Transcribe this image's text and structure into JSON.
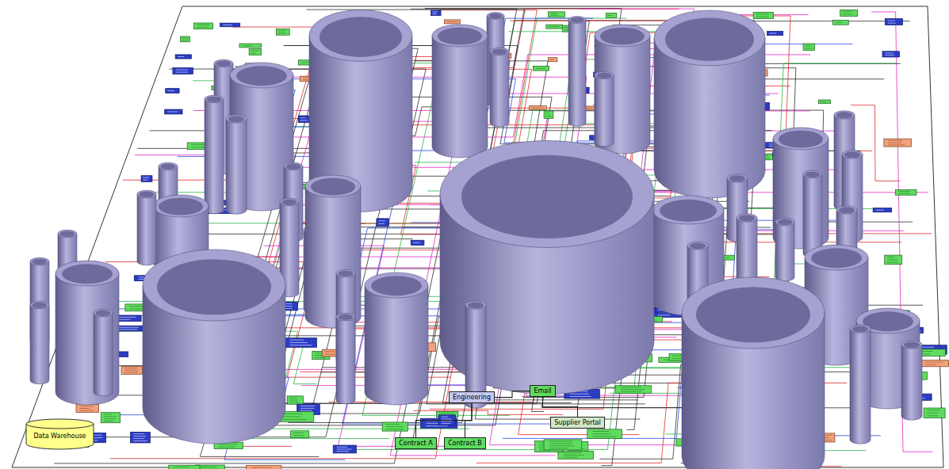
{
  "diagram": {
    "nodes": [
      {
        "text": [
          "Data Warehouse"
        ]
      },
      {
        "text": [
          "Contract A"
        ]
      },
      {
        "text": [
          "Contract B"
        ]
      },
      {
        "text": [
          "Engineering"
        ]
      },
      {
        "text": [
          "Email"
        ]
      },
      {
        "text": [
          "Supplier Portal"
        ]
      }
    ],
    "edges": [
      {
        "from": 3,
        "to": 1,
        "arrow": "none"
      },
      {
        "from": 3,
        "to": 2,
        "arrow": "none"
      },
      {
        "from": 3,
        "to": 4,
        "arrow": "none"
      },
      {
        "from": 4,
        "to": 5,
        "arrow": "none"
      }
    ]
  }
}
